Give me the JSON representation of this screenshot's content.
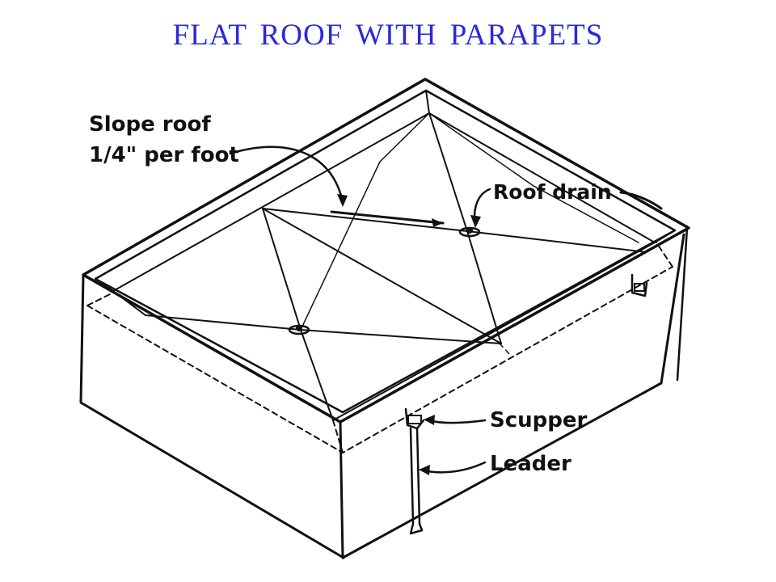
{
  "title": "FLAT ROOF WITH PARAPETS",
  "labels": {
    "slope_line1": "Slope roof",
    "slope_line2": "1/4\" per foot",
    "roof_drain": "Roof drain",
    "scupper": "Scupper",
    "leader": "Leader"
  },
  "colors": {
    "title": "#2a2ad8",
    "ink": "#111111"
  }
}
